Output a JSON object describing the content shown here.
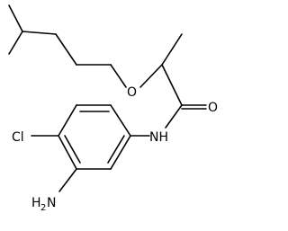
{
  "molecule": {
    "atoms": {
      "oxygen_ether": "O",
      "oxygen_carbonyl": "O",
      "amide_nitrogen": "NH",
      "chlorine": "Cl",
      "amine_nitrogen": "H",
      "amine_h_count": "2",
      "amine_n": "N"
    }
  },
  "colors": {
    "bond": "#000000",
    "text": "#000000",
    "background": "#ffffff"
  }
}
